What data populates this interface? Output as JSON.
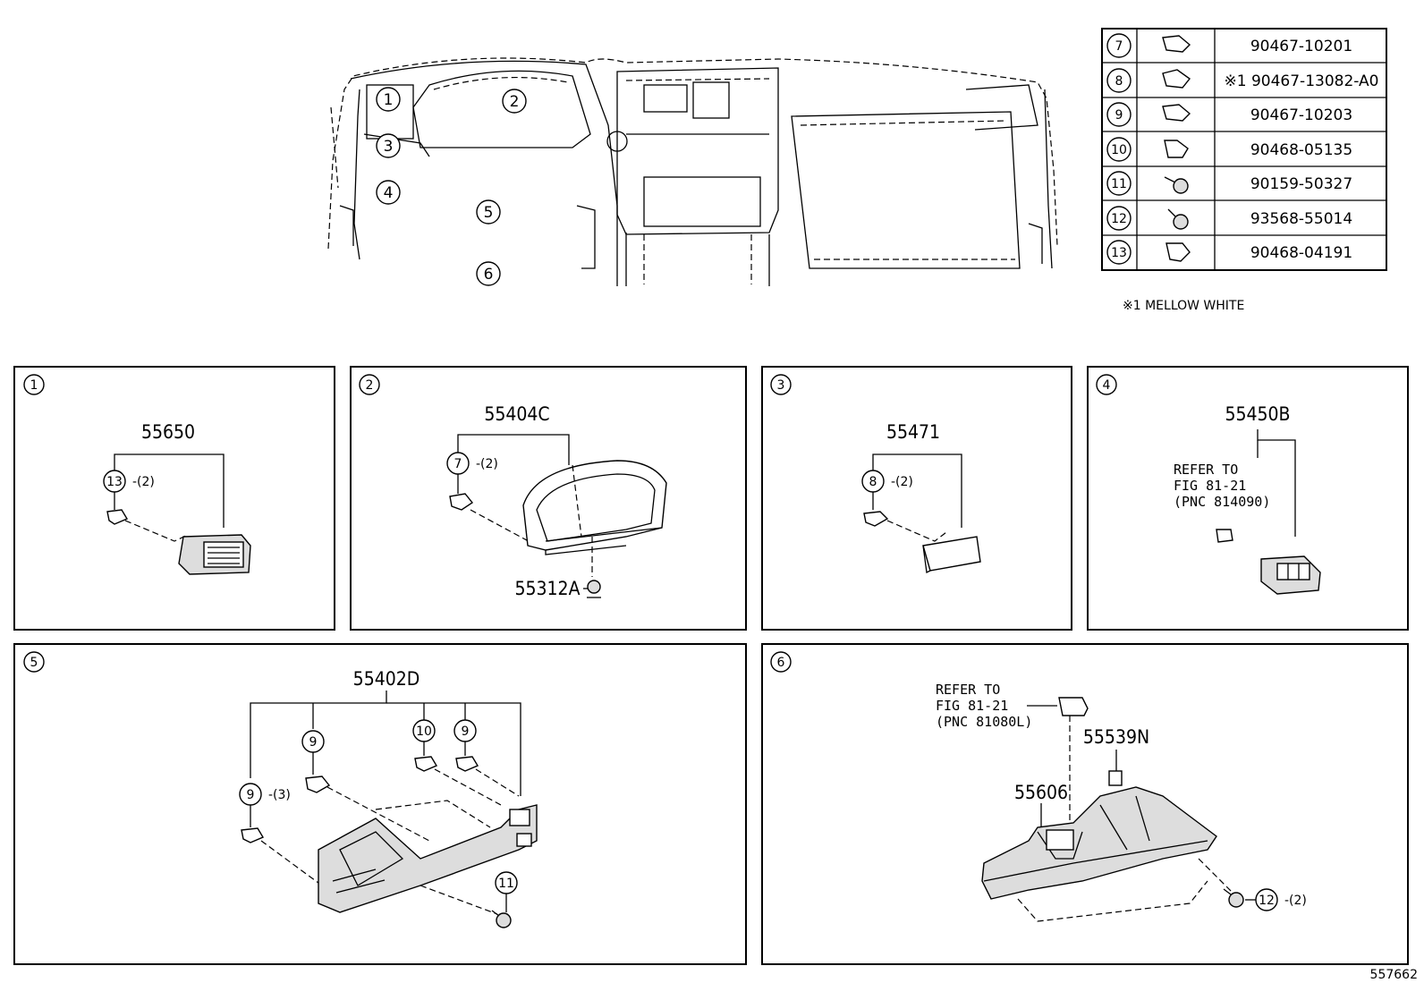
{
  "header": {
    "note": "※1 MELLOW WHITE"
  },
  "legend": [
    {
      "ref": "7",
      "part_no": "90467-10201",
      "icon": "clip-icon"
    },
    {
      "ref": "8",
      "part_no": "※1 90467-13082-A0",
      "icon": "clip-icon"
    },
    {
      "ref": "9",
      "part_no": "90467-10203",
      "icon": "clip-icon"
    },
    {
      "ref": "10",
      "part_no": "90468-05135",
      "icon": "clip-icon"
    },
    {
      "ref": "11",
      "part_no": "90159-50327",
      "icon": "screw-icon"
    },
    {
      "ref": "12",
      "part_no": "93568-55014",
      "icon": "screw-icon"
    },
    {
      "ref": "13",
      "part_no": "90468-04191",
      "icon": "clip-icon"
    }
  ],
  "overview": {
    "callouts": [
      "1",
      "2",
      "3",
      "4",
      "5",
      "6"
    ]
  },
  "panels": {
    "p1": {
      "num": "1",
      "part": "55650",
      "qty_ref": "13",
      "qty": "-(2)"
    },
    "p2": {
      "num": "2",
      "part": "55404C",
      "qty_ref": "7",
      "qty": "-(2)",
      "part2": "55312A"
    },
    "p3": {
      "num": "3",
      "part": "55471",
      "qty_ref": "8",
      "qty": "-(2)"
    },
    "p4": {
      "num": "4",
      "part": "55450B",
      "refer1": "REFER TO",
      "refer2": "FIG 81-21",
      "refer3": "(PNC 814090)"
    },
    "p5": {
      "num": "5",
      "part": "55402D",
      "ref_a": "9",
      "ref_b": "10",
      "ref_c": "9",
      "ref_d": "9",
      "qty_d": "-(3)",
      "ref_e": "11"
    },
    "p6": {
      "num": "6",
      "refer1": "REFER TO",
      "refer2": "FIG 81-21",
      "refer3": "(PNC 81080L)",
      "part_a": "55539N",
      "part_b": "55606",
      "ref_e": "12",
      "qty_e": "-(2)"
    }
  },
  "footer": {
    "fig_id": "557662"
  }
}
